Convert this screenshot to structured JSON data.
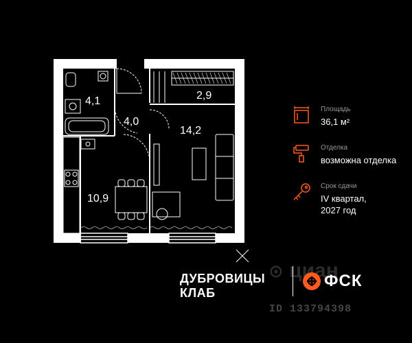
{
  "rooms": {
    "bathroom": "4,1",
    "hall": "4,0",
    "wardrobe": "2,9",
    "living": "14,2",
    "kitchen": "10,9"
  },
  "info": {
    "area": {
      "label": "Площадь",
      "value": "36,1 м²",
      "icon": "area-icon"
    },
    "finish": {
      "label": "Отделка",
      "value": "возможна отделка",
      "icon": "paint-roller-icon"
    },
    "delivery": {
      "label": "Срок сдачи",
      "value_line1": "IV квартал,",
      "value_line2": "2027 год",
      "icon": "key-icon"
    }
  },
  "brand": {
    "line1": "ДУБРОВИЦЫ",
    "line2": "КЛАБ",
    "logo_text": "ФСК",
    "accent_color": "#ff5a1f"
  },
  "watermark": {
    "text": "циан",
    "id_text": "ID 133794398"
  }
}
